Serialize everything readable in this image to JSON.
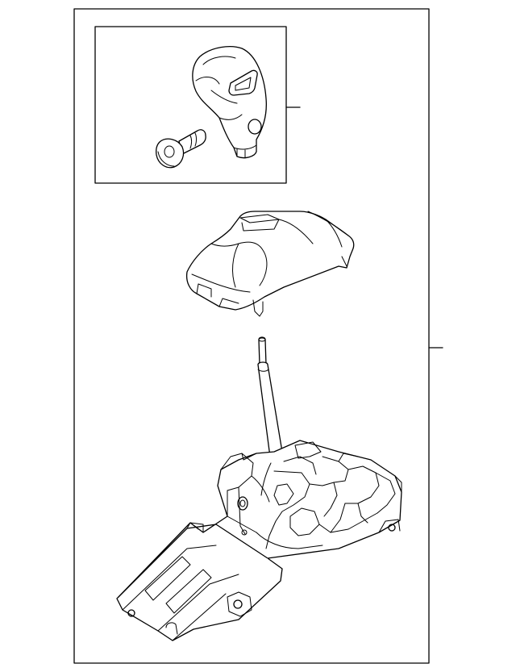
{
  "diagram": {
    "parts": [
      {
        "id": "shift-knob",
        "kind": "knob-and-bolt-inset"
      },
      {
        "id": "shifter-cover",
        "kind": "housing-cover"
      },
      {
        "id": "shifter-assembly",
        "kind": "gear-selector-base"
      }
    ],
    "callouts": [
      {
        "target": "shift-knob",
        "label": ""
      },
      {
        "target": "shifter-assembly",
        "label": ""
      }
    ]
  }
}
